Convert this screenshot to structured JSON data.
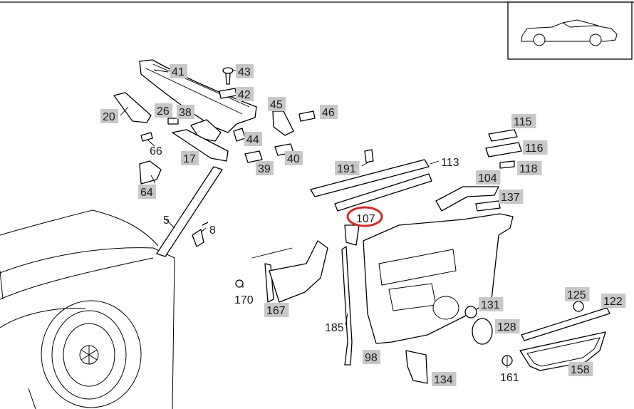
{
  "diagram": {
    "highlight_color": "#d42a2a",
    "callout_fill": "#c8c8c8",
    "highlighted_part": "107",
    "callouts": [
      {
        "id": "41",
        "label": "41",
        "shaded": true
      },
      {
        "id": "43",
        "label": "43",
        "shaded": true
      },
      {
        "id": "42",
        "label": "42",
        "shaded": true
      },
      {
        "id": "20",
        "label": "20",
        "shaded": true
      },
      {
        "id": "26",
        "label": "26",
        "shaded": true
      },
      {
        "id": "38",
        "label": "38",
        "shaded": true
      },
      {
        "id": "45",
        "label": "45",
        "shaded": true
      },
      {
        "id": "46",
        "label": "46",
        "shaded": true
      },
      {
        "id": "44",
        "label": "44",
        "shaded": true
      },
      {
        "id": "66",
        "label": "66",
        "shaded": false
      },
      {
        "id": "17",
        "label": "17",
        "shaded": true
      },
      {
        "id": "39",
        "label": "39",
        "shaded": true
      },
      {
        "id": "40",
        "label": "40",
        "shaded": true
      },
      {
        "id": "115",
        "label": "115",
        "shaded": true
      },
      {
        "id": "116",
        "label": "116",
        "shaded": true
      },
      {
        "id": "118",
        "label": "118",
        "shaded": true
      },
      {
        "id": "113",
        "label": "113",
        "shaded": false
      },
      {
        "id": "191",
        "label": "191",
        "shaded": true
      },
      {
        "id": "104",
        "label": "104",
        "shaded": true
      },
      {
        "id": "137",
        "label": "137",
        "shaded": true
      },
      {
        "id": "64",
        "label": "64",
        "shaded": true
      },
      {
        "id": "5",
        "label": "5",
        "shaded": false
      },
      {
        "id": "8",
        "label": "8",
        "shaded": false
      },
      {
        "id": "107",
        "label": "107",
        "shaded": false
      },
      {
        "id": "170",
        "label": "170",
        "shaded": false
      },
      {
        "id": "167",
        "label": "167",
        "shaded": true
      },
      {
        "id": "185",
        "label": "185",
        "shaded": false
      },
      {
        "id": "131",
        "label": "131",
        "shaded": true
      },
      {
        "id": "128",
        "label": "128",
        "shaded": true
      },
      {
        "id": "125",
        "label": "125",
        "shaded": true
      },
      {
        "id": "122",
        "label": "122",
        "shaded": true
      },
      {
        "id": "98",
        "label": "98",
        "shaded": true
      },
      {
        "id": "134",
        "label": "134",
        "shaded": true
      },
      {
        "id": "161",
        "label": "161",
        "shaded": false
      },
      {
        "id": "158",
        "label": "158",
        "shaded": true
      }
    ]
  }
}
